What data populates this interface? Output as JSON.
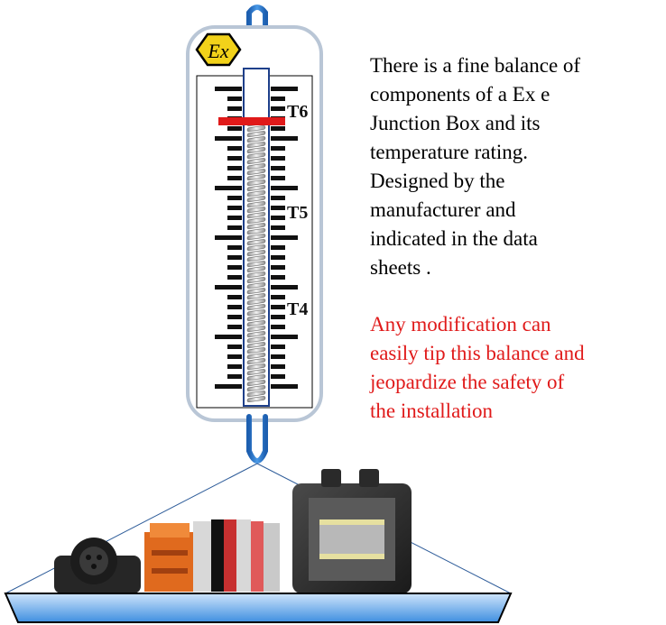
{
  "logo": {
    "text": "Ex",
    "color": "#f2d21a"
  },
  "scale": {
    "labels": [
      "T6",
      "T5",
      "T4"
    ],
    "indicator_color": "#e01a1a"
  },
  "description": {
    "lines": [
      "There is a fine balance of",
      "components of a Ex e",
      "Junction Box and its",
      "temperature rating.",
      "Designed  by the",
      "manufacturer and",
      "indicated in the data",
      "sheets ."
    ],
    "color": "#000000"
  },
  "warning": {
    "lines": [
      "Any modification can",
      "easily tip this balance and",
      "jeopardize the safety of",
      "the installation"
    ],
    "color": "#e01a1a"
  },
  "tray": {
    "color": "#3f8fe0"
  },
  "icons": [
    "ex-logo-icon",
    "spring-icon",
    "cable-gland-icon",
    "terminal-blocks-icon",
    "junction-box-icon"
  ]
}
